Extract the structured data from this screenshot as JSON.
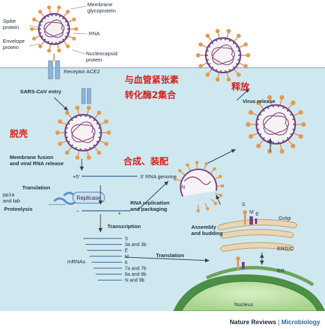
{
  "top_labels": {
    "membrane_glycoprotein": "Membrane glycoprotein",
    "spike_protein": "Spike protein",
    "rna": "RNA",
    "envelope_protein": "Envelope protein",
    "nucleocapsid_protein": "Nucleocapsid protein",
    "receptor": "Receptor ACE2"
  },
  "steps": {
    "entry": "SARS-CoV entry",
    "fusion": "Membrane fusion and viral RNA release",
    "translation": "Translation",
    "pp1a": "pp1a and lab",
    "proteolysis": "Proteolysis",
    "replicase": "Replicase",
    "transcription": "Transcription",
    "rna_replication": "RNA replication and packaging",
    "assembly": "Assembly and budding",
    "translation2": "Translation",
    "release": "Virus release",
    "mrnas": "mRNAs",
    "genome": "3' RNA genome",
    "plus5": "+5'",
    "minus": "−",
    "plus": "+"
  },
  "mrna_list": [
    "S",
    "3a and 3b",
    "E",
    "M",
    "6",
    "7a and 7b",
    "8a and 8b",
    "N and 9b"
  ],
  "organelles": {
    "golgi": "Golgi",
    "ergic": "ERGIC",
    "er": "ER",
    "nucleus": "Nucleus",
    "s": "S",
    "m": "M",
    "e": "E",
    "n": "N"
  },
  "chinese": {
    "ace2_line1": "与血管紧张素",
    "ace2_line2": "转化酶2集合",
    "uncoat": "脱壳",
    "synth": "合成、装配",
    "release": "释放"
  },
  "footer": {
    "journal": "Nature Reviews",
    "sep": " | ",
    "section": "Microbiology"
  },
  "colors": {
    "cell": "#cfe8f0",
    "cell_edge": "#9fcfe0",
    "spike": "#e49a52",
    "envelope": "#7a3e7e",
    "nucleus": "#3f7a3c",
    "accent_red": "#d4231f"
  }
}
